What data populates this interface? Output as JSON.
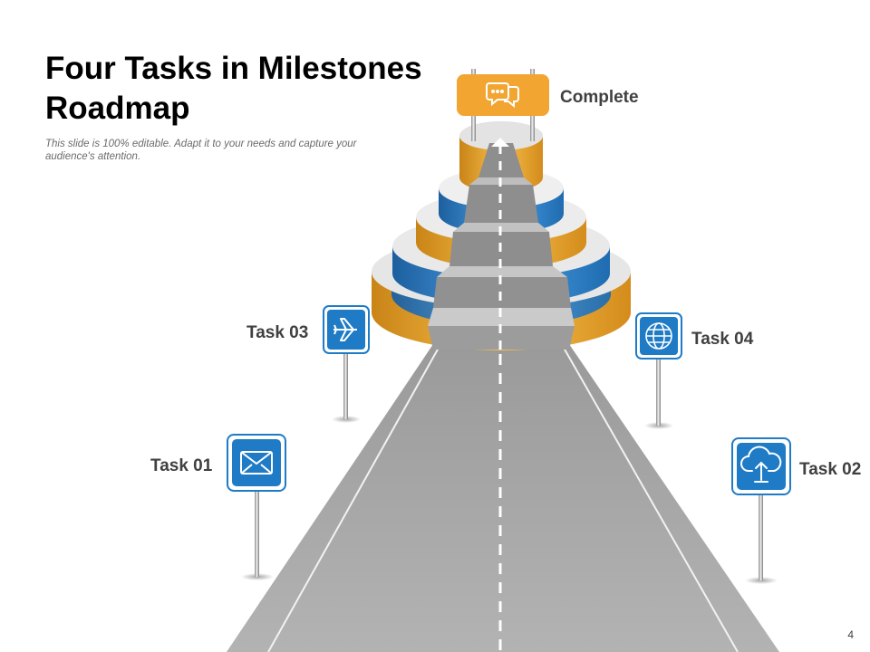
{
  "slide": {
    "title": "Four Tasks in Milestones Roadmap",
    "subtitle": "This slide is 100% editable. Adapt it to your needs and capture your audience's attention.",
    "page_number": "4"
  },
  "milestones": {
    "complete": {
      "label": "Complete",
      "icon": "chat-bubbles-icon",
      "color": "#f2a530"
    },
    "task01": {
      "label": "Task 01",
      "icon": "envelope-icon",
      "color": "#1f7bc6"
    },
    "task02": {
      "label": "Task 02",
      "icon": "cloud-upload-icon",
      "color": "#1f7bc6"
    },
    "task03": {
      "label": "Task 03",
      "icon": "airplane-icon",
      "color": "#1f7bc6"
    },
    "task04": {
      "label": "Task 04",
      "icon": "globe-icon",
      "color": "#1f7bc6"
    }
  },
  "colors": {
    "road": "#a6a6a6",
    "steps_gray": "#cfcfcf",
    "tier_blue": "#2e7fc9",
    "tier_gold": "#e8a230"
  }
}
